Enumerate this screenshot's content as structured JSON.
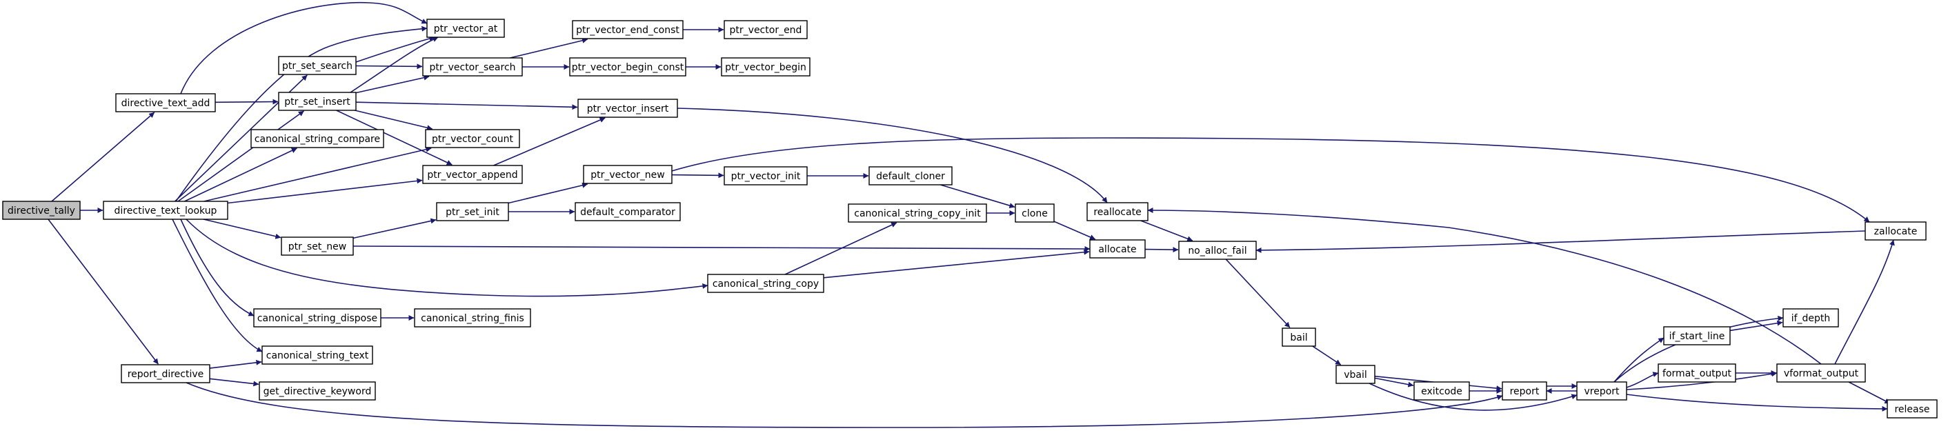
{
  "colors": {
    "edge": "#191970",
    "node_border": "#000000",
    "root_fill": "#bfbfbf",
    "node_fill": "#ffffff"
  },
  "nodes": [
    {
      "id": "directive_tally",
      "label": "directive_tally",
      "root": true
    },
    {
      "id": "directive_text_add",
      "label": "directive_text_add"
    },
    {
      "id": "directive_text_lookup",
      "label": "directive_text_lookup"
    },
    {
      "id": "report_directive",
      "label": "report_directive"
    },
    {
      "id": "ptr_set_search",
      "label": "ptr_set_search"
    },
    {
      "id": "ptr_set_insert",
      "label": "ptr_set_insert"
    },
    {
      "id": "canonical_string_compare",
      "label": "canonical_string_compare"
    },
    {
      "id": "ptr_set_new",
      "label": "ptr_set_new"
    },
    {
      "id": "canonical_string_dispose",
      "label": "canonical_string_dispose"
    },
    {
      "id": "canonical_string_text",
      "label": "canonical_string_text"
    },
    {
      "id": "get_directive_keyword",
      "label": "get_directive_keyword"
    },
    {
      "id": "ptr_vector_at",
      "label": "ptr_vector_at"
    },
    {
      "id": "ptr_vector_search",
      "label": "ptr_vector_search"
    },
    {
      "id": "ptr_vector_count",
      "label": "ptr_vector_count"
    },
    {
      "id": "ptr_vector_append",
      "label": "ptr_vector_append"
    },
    {
      "id": "ptr_set_init",
      "label": "ptr_set_init"
    },
    {
      "id": "canonical_string_finis",
      "label": "canonical_string_finis"
    },
    {
      "id": "ptr_vector_end_const",
      "label": "ptr_vector_end_const"
    },
    {
      "id": "ptr_vector_begin_const",
      "label": "ptr_vector_begin_const"
    },
    {
      "id": "ptr_vector_insert",
      "label": "ptr_vector_insert"
    },
    {
      "id": "ptr_vector_new",
      "label": "ptr_vector_new"
    },
    {
      "id": "default_comparator",
      "label": "default_comparator"
    },
    {
      "id": "ptr_vector_end",
      "label": "ptr_vector_end"
    },
    {
      "id": "ptr_vector_begin",
      "label": "ptr_vector_begin"
    },
    {
      "id": "ptr_vector_init",
      "label": "ptr_vector_init"
    },
    {
      "id": "canonical_string_copy",
      "label": "canonical_string_copy"
    },
    {
      "id": "default_cloner",
      "label": "default_cloner"
    },
    {
      "id": "canonical_string_copy_init",
      "label": "canonical_string_copy_init"
    },
    {
      "id": "clone",
      "label": "clone"
    },
    {
      "id": "reallocate",
      "label": "reallocate"
    },
    {
      "id": "allocate",
      "label": "allocate"
    },
    {
      "id": "no_alloc_fail",
      "label": "no_alloc_fail"
    },
    {
      "id": "bail",
      "label": "bail"
    },
    {
      "id": "vbail",
      "label": "vbail"
    },
    {
      "id": "exitcode",
      "label": "exitcode"
    },
    {
      "id": "report",
      "label": "report"
    },
    {
      "id": "vreport",
      "label": "vreport"
    },
    {
      "id": "if_start_line",
      "label": "if_start_line"
    },
    {
      "id": "format_output",
      "label": "format_output"
    },
    {
      "id": "if_depth",
      "label": "if_depth"
    },
    {
      "id": "vformat_output",
      "label": "vformat_output"
    },
    {
      "id": "zallocate",
      "label": "zallocate"
    },
    {
      "id": "release",
      "label": "release"
    }
  ],
  "edges": [
    [
      "directive_tally",
      "directive_text_add"
    ],
    [
      "directive_tally",
      "directive_text_lookup"
    ],
    [
      "directive_tally",
      "report_directive"
    ],
    [
      "directive_text_add",
      "ptr_vector_at"
    ],
    [
      "directive_text_add",
      "ptr_set_insert"
    ],
    [
      "directive_text_lookup",
      "ptr_vector_at"
    ],
    [
      "directive_text_lookup",
      "ptr_set_search"
    ],
    [
      "directive_text_lookup",
      "ptr_set_insert"
    ],
    [
      "directive_text_lookup",
      "canonical_string_compare"
    ],
    [
      "directive_text_lookup",
      "ptr_vector_count"
    ],
    [
      "directive_text_lookup",
      "ptr_vector_append"
    ],
    [
      "directive_text_lookup",
      "ptr_set_new"
    ],
    [
      "directive_text_lookup",
      "canonical_string_copy"
    ],
    [
      "directive_text_lookup",
      "canonical_string_dispose"
    ],
    [
      "directive_text_lookup",
      "canonical_string_text"
    ],
    [
      "report_directive",
      "canonical_string_text"
    ],
    [
      "report_directive",
      "get_directive_keyword"
    ],
    [
      "report_directive",
      "report"
    ],
    [
      "ptr_set_search",
      "ptr_vector_at"
    ],
    [
      "ptr_set_search",
      "ptr_vector_search"
    ],
    [
      "ptr_set_insert",
      "ptr_vector_at"
    ],
    [
      "ptr_set_insert",
      "ptr_vector_search"
    ],
    [
      "ptr_set_insert",
      "ptr_vector_insert"
    ],
    [
      "ptr_set_insert",
      "ptr_vector_count"
    ],
    [
      "ptr_set_insert",
      "ptr_vector_append"
    ],
    [
      "ptr_set_new",
      "ptr_set_init"
    ],
    [
      "ptr_set_new",
      "allocate"
    ],
    [
      "canonical_string_dispose",
      "canonical_string_finis"
    ],
    [
      "ptr_vector_search",
      "ptr_vector_end_const"
    ],
    [
      "ptr_vector_search",
      "ptr_vector_begin_const"
    ],
    [
      "ptr_vector_append",
      "ptr_vector_insert"
    ],
    [
      "ptr_set_init",
      "ptr_vector_new"
    ],
    [
      "ptr_set_init",
      "default_comparator"
    ],
    [
      "ptr_vector_end_const",
      "ptr_vector_end"
    ],
    [
      "ptr_vector_begin_const",
      "ptr_vector_begin"
    ],
    [
      "ptr_vector_insert",
      "reallocate"
    ],
    [
      "ptr_vector_new",
      "ptr_vector_init"
    ],
    [
      "ptr_vector_new",
      "zallocate"
    ],
    [
      "ptr_vector_init",
      "default_cloner"
    ],
    [
      "default_cloner",
      "clone"
    ],
    [
      "canonical_string_copy",
      "canonical_string_copy_init"
    ],
    [
      "canonical_string_copy",
      "allocate"
    ],
    [
      "canonical_string_copy_init",
      "clone"
    ],
    [
      "clone",
      "allocate"
    ],
    [
      "reallocate",
      "no_alloc_fail"
    ],
    [
      "allocate",
      "no_alloc_fail"
    ],
    [
      "no_alloc_fail",
      "bail"
    ],
    [
      "bail",
      "vbail"
    ],
    [
      "vbail",
      "exitcode"
    ],
    [
      "vbail",
      "report"
    ],
    [
      "vbail",
      "vreport"
    ],
    [
      "exitcode",
      "report"
    ],
    [
      "report",
      "vreport"
    ],
    [
      "vreport",
      "report"
    ],
    [
      "vreport",
      "if_start_line"
    ],
    [
      "vreport",
      "if_depth"
    ],
    [
      "vreport",
      "format_output"
    ],
    [
      "vreport",
      "vformat_output"
    ],
    [
      "vreport",
      "release"
    ],
    [
      "if_start_line",
      "if_depth"
    ],
    [
      "format_output",
      "vformat_output"
    ],
    [
      "vformat_output",
      "reallocate"
    ],
    [
      "vformat_output",
      "zallocate"
    ],
    [
      "vformat_output",
      "release"
    ],
    [
      "zallocate",
      "no_alloc_fail"
    ]
  ]
}
